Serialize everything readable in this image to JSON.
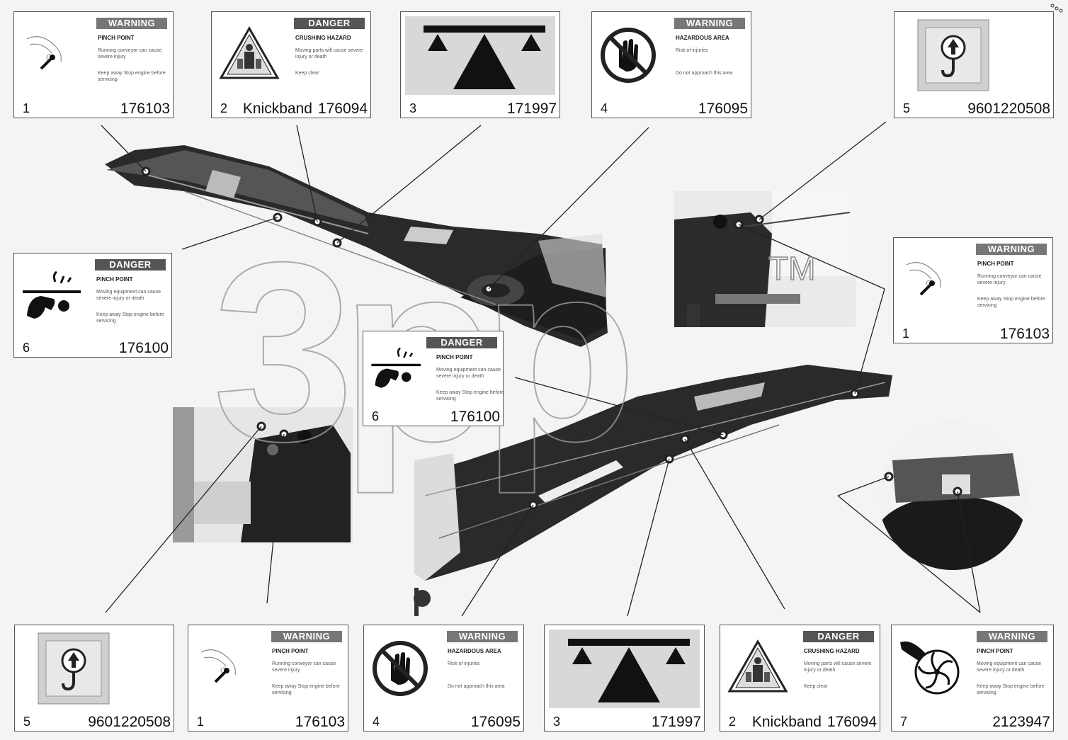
{
  "watermark": {
    "text": "3pp",
    "tm": "TM"
  },
  "decals": [
    {
      "num": "1",
      "part": "176103",
      "type": "warning",
      "header": "WARNING",
      "title": "PINCH POINT",
      "line1": "Running conveyor can cause severe injury",
      "line2": "Keep away Stop engine before servicing",
      "icon": "pinch-point-hand-icon"
    },
    {
      "num": "2",
      "prefix": "Knickband",
      "part": "176094",
      "type": "danger",
      "header": "DANGER",
      "title": "CRUSHING HAZARD",
      "line1": "Moving parts will cause severe injury or death",
      "line2": "Keep clear",
      "icon": "crushing-hazard-triangle-icon"
    },
    {
      "num": "3",
      "part": "171997",
      "type": "symbol",
      "icon": "balance-point-icon"
    },
    {
      "num": "4",
      "part": "176095",
      "type": "warning",
      "header": "WARNING",
      "title": "HAZARDOUS AREA",
      "line1": "Risk of injuries",
      "line2": "Do not approach this area",
      "icon": "no-hand-prohibition-icon"
    },
    {
      "num": "5",
      "part": "9601220508",
      "type": "symbol",
      "icon": "lifting-hook-icon"
    },
    {
      "num": "6",
      "part": "176100",
      "type": "danger",
      "header": "DANGER",
      "title": "PINCH POINT",
      "line1": "Moving equipment can cause severe injury or death",
      "line2": "Keep away Stop engine before servicing",
      "icon": "pinch-roller-hand-icon"
    },
    {
      "num": "1",
      "part": "176103",
      "type": "warning",
      "header": "WARNING",
      "title": "PINCH POINT",
      "line1": "Running conveyor can cause severe injury",
      "line2": "Keep away Stop engine before servicing",
      "icon": "pinch-point-hand-icon"
    },
    {
      "num": "6",
      "part": "176100",
      "type": "danger",
      "header": "DANGER",
      "title": "PINCH POINT",
      "line1": "Moving equipment can cause severe injury or death",
      "line2": "Keep away Stop engine before servicing",
      "icon": "pinch-roller-hand-icon"
    },
    {
      "num": "5",
      "part": "9601220508",
      "type": "symbol",
      "icon": "lifting-hook-icon"
    },
    {
      "num": "1",
      "part": "176103",
      "type": "warning",
      "header": "WARNING",
      "title": "PINCH POINT",
      "line1": "Running conveyor can cause severe injury",
      "line2": "Keep away Stop engine before servicing",
      "icon": "pinch-point-hand-icon"
    },
    {
      "num": "4",
      "part": "176095",
      "type": "warning",
      "header": "WARNING",
      "title": "HAZARDOUS AREA",
      "line1": "Risk of injuries",
      "line2": "Do not approach this area",
      "icon": "no-hand-prohibition-icon"
    },
    {
      "num": "3",
      "part": "171997",
      "type": "symbol",
      "icon": "balance-point-icon"
    },
    {
      "num": "2",
      "prefix": "Knickband",
      "part": "176094",
      "type": "danger",
      "header": "DANGER",
      "title": "CRUSHING HAZARD",
      "line1": "Moving parts will cause severe injury or death",
      "line2": "Keep clear",
      "icon": "crushing-hazard-triangle-icon"
    },
    {
      "num": "7",
      "part": "2123947",
      "type": "warning",
      "header": "WARNING",
      "title": "PINCH POINT",
      "line1": "Moving equipment can cause severe injury or death",
      "line2": "Keep away Stop engine before servicing",
      "icon": "fan-blade-hand-icon"
    }
  ]
}
